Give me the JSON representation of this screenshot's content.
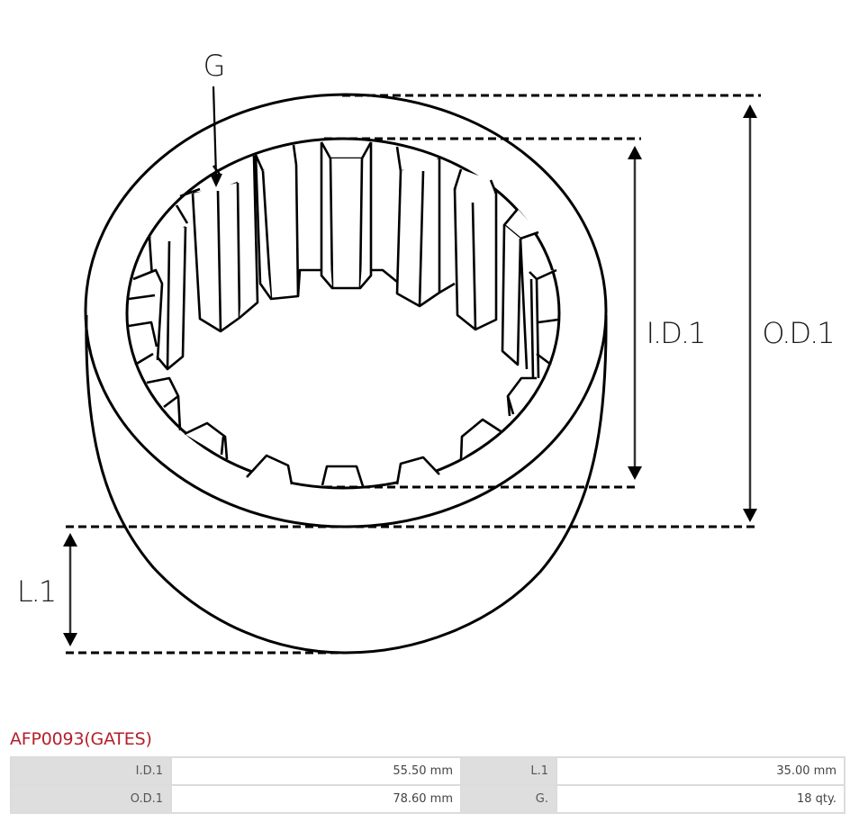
{
  "diagram": {
    "labels": {
      "g": "G",
      "id": "I.D.1",
      "od": "O.D.1",
      "l": "L.1"
    },
    "teeth_count": 18
  },
  "part": {
    "title": "AFP0093(GATES)"
  },
  "specs": {
    "rows": [
      {
        "label1": "I.D.1",
        "value1": "55.50 mm",
        "label2": "L.1",
        "value2": "35.00 mm"
      },
      {
        "label1": "O.D.1",
        "value1": "78.60 mm",
        "label2": "G.",
        "value2": "18 qty."
      }
    ]
  },
  "colors": {
    "title": "#b5202a",
    "label_cell": "#dedede",
    "border": "#dcdcdc",
    "line": "#000000"
  }
}
